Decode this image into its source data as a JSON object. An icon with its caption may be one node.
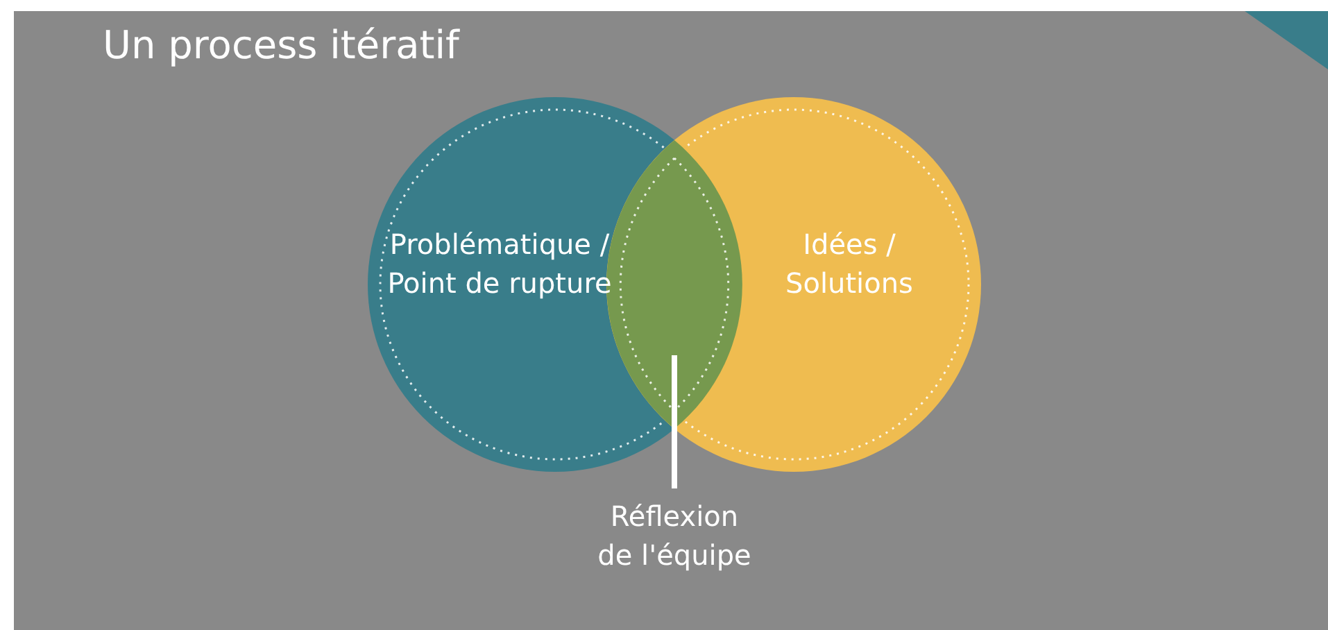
{
  "diagram": {
    "title": "Un process itératif",
    "nodes": [
      {
        "text": [
          "Problématique / Point de rupture"
        ]
      },
      {
        "text": [
          "Idées / Solutions"
        ]
      },
      {
        "text": [],
        "shape": "lens"
      },
      {
        "text": [
          "Réflexion de l'équipe"
        ]
      }
    ],
    "edges": [
      {
        "from": 3,
        "to": 2,
        "arrow": "none"
      }
    ]
  }
}
